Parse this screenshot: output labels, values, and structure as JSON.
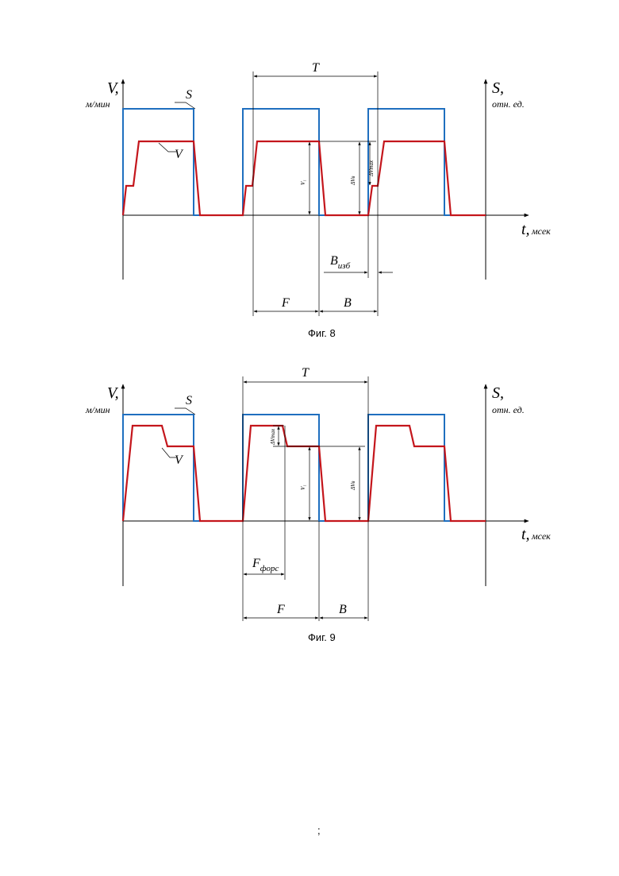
{
  "figures": [
    {
      "caption": "Фиг. 8",
      "left_axis_label": "V,",
      "left_axis_unit": "м/мин",
      "right_axis_label": "S,",
      "right_axis_unit": "отн. ед.",
      "time_axis_label": "t,",
      "time_axis_unit": "мсек",
      "signal_s_label": "S",
      "signal_v_label": "V",
      "period_label": "T",
      "f_label": "F",
      "b_label": "B",
      "b_extra_main": "B",
      "b_extra_sub": "изб",
      "v1_label": "V₁",
      "dvb_label": "ΔVв",
      "dvmax_label": "ΔVmax"
    },
    {
      "caption": "Фиг. 9",
      "left_axis_label": "V,",
      "left_axis_unit": "м/мин",
      "right_axis_label": "S,",
      "right_axis_unit": "отн. ед.",
      "time_axis_label": "t,",
      "time_axis_unit": "мсек",
      "signal_s_label": "S",
      "signal_v_label": "V",
      "period_label": "T",
      "f_label": "F",
      "b_label": "B",
      "fforce_main": "F",
      "fforce_sub": "форс",
      "v1_label": "V₁",
      "dvb_label": "ΔVв",
      "dvmax_label": "ΔVmax"
    }
  ],
  "page_mark": ";",
  "colors": {
    "s_signal": "#1f6fbf",
    "v_signal": "#c4161c"
  }
}
